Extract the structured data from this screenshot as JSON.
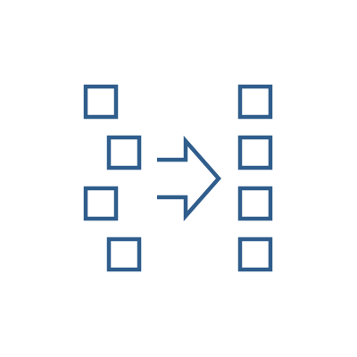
{
  "icon": {
    "name": "align-items-icon",
    "stroke_color": "#2f5d8c",
    "background_color": "#ffffff",
    "left_group": {
      "name": "unaligned-squares",
      "count": 4
    },
    "right_group": {
      "name": "aligned-squares",
      "count": 4
    },
    "arrow": {
      "name": "arrow-right-icon",
      "direction": "right"
    }
  }
}
